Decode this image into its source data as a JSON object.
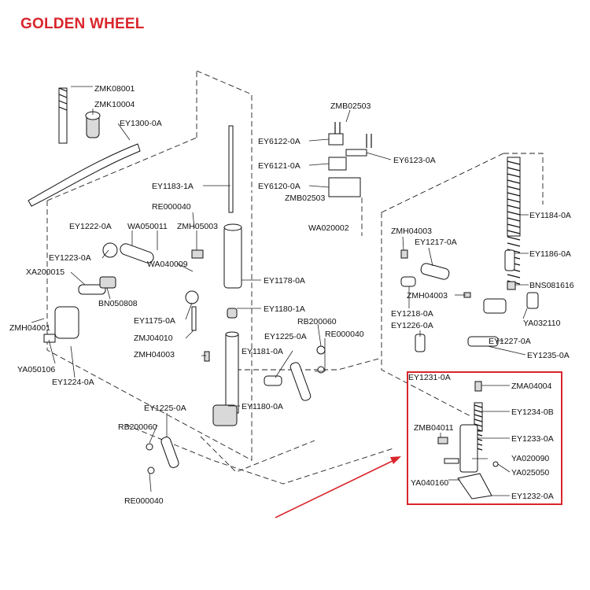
{
  "brand": {
    "text": "GOLDEN WHEEL",
    "color": "#d9262c"
  },
  "highlight": {
    "color": "#d9262c"
  },
  "labels": {
    "zmk08001": "ZMK08001",
    "zmk10004": "ZMK10004",
    "ey1300": "EY1300-0A",
    "zmb02503_top": "ZMB02503",
    "ey6122": "EY6122-0A",
    "ey6123": "EY6123-0A",
    "ey6121": "EY6121-0A",
    "ey6120": "EY6120-0A",
    "zmb02503_b": "ZMB02503",
    "wa020002": "WA020002",
    "ey1183": "EY1183-1A",
    "re000040_top": "RE000040",
    "ey1222": "EY1222-0A",
    "wa050011": "WA050011",
    "zmh05003": "ZMH05003",
    "ey1223": "EY1223-0A",
    "wa040009": "WA040009",
    "xa200015": "XA200015",
    "bn050808": "BN050808",
    "ey1178": "EY1178-0A",
    "ey1180_1a": "EY1180-1A",
    "ey1175": "EY1175-0A",
    "zmh04001": "ZMH04001",
    "zmj04010": "ZMJ04010",
    "rb200060_top": "RB200060",
    "ey1225_top": "EY1225-0A",
    "re000040_mid": "RE000040",
    "zmh04003_left": "ZMH04003",
    "ey1181": "EY1181-0A",
    "ya050106": "YA050106",
    "ey1224": "EY1224-0A",
    "ey1180_0a": "EY1180-0A",
    "ey1225_bottom": "EY1225-0A",
    "rb200060_bottom": "RB200060",
    "re000040_bottom": "RE000040",
    "ey1184": "EY1184-0A",
    "zmh04003_right": "ZMH04003",
    "ey1217": "EY1217-0A",
    "ey1186": "EY1186-0A",
    "bns081616": "BNS081616",
    "zmh04003_right2": "ZMH04003",
    "ey1218": "EY1218-0A",
    "ey1226": "EY1226-0A",
    "ya032110": "YA032110",
    "ey1227": "EY1227-0A",
    "ey1235": "EY1235-0A",
    "ey1231": "EY1231-0A",
    "zma04004": "ZMA04004",
    "ey1234": "EY1234-0B",
    "zmb04011": "ZMB04011",
    "ey1233": "EY1233-0A",
    "ya020090": "YA020090",
    "ya025050": "YA025050",
    "ya040160": "YA040160",
    "ey1232": "EY1232-0A"
  }
}
